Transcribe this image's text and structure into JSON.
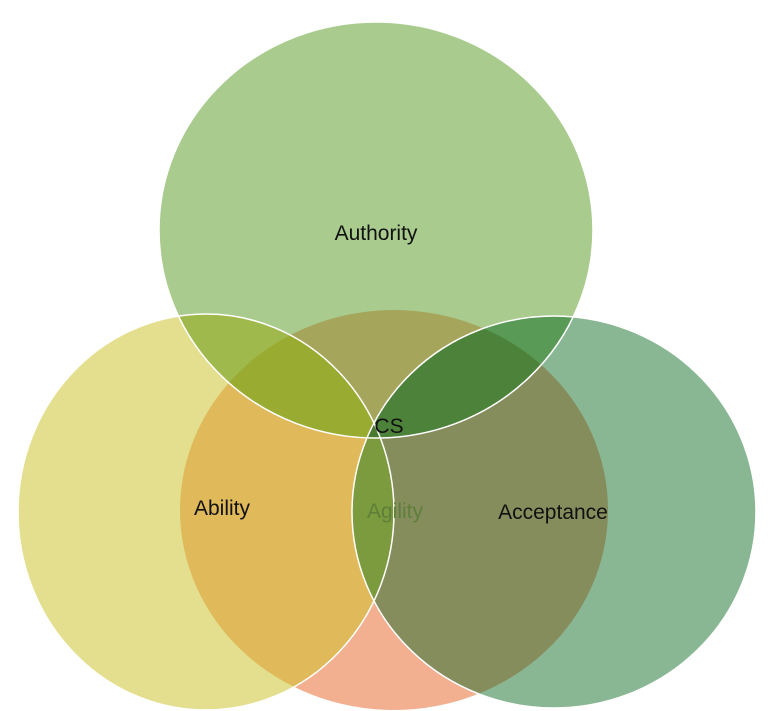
{
  "diagram": {
    "labels": {
      "authority": "Authority",
      "ability": "Ability",
      "agility": "Agility",
      "acceptance": "Acceptance",
      "center": "CS"
    },
    "colors": {
      "background": "#ffffff",
      "authority": "#a9cc8e",
      "ability": "#e3df8e",
      "agility": "#f2b091",
      "acceptance": "#8ab793",
      "ability_agility": "#dfb95a",
      "agility_acceptance": "#868d5d",
      "authority_ability": "#9fb94d",
      "authority_agility": "#a5a55c",
      "authority_acceptance": "#5a9a57",
      "ability_acceptance": "#7c9b3e",
      "authority_ability_agility": "#9aab32",
      "authority_agility_acceptance": "#4d823b",
      "all_four": "#4a7a2f",
      "outline": "#ffffff"
    }
  }
}
